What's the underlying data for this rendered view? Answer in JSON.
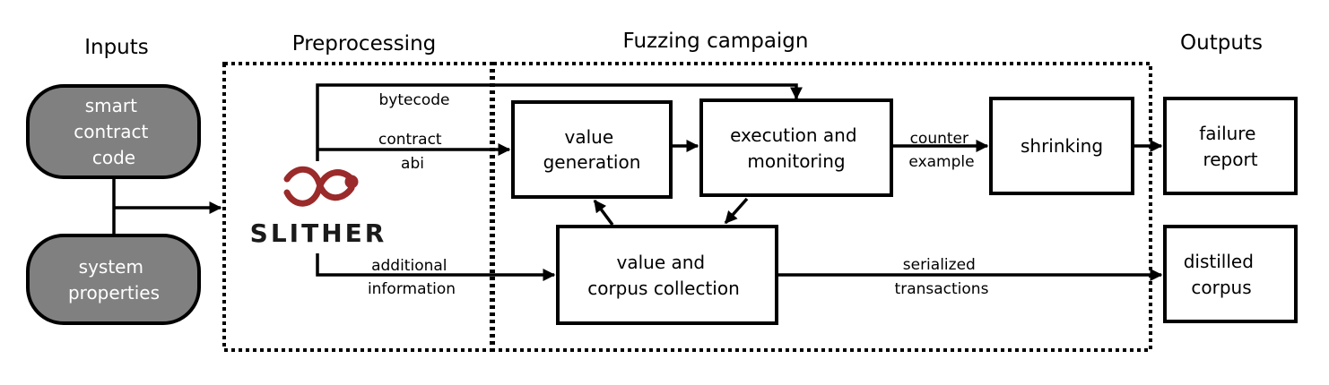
{
  "sections": {
    "inputs": "Inputs",
    "preprocessing": "Preprocessing",
    "fuzzing": "Fuzzing campaign",
    "outputs": "Outputs"
  },
  "inputs": {
    "smart_contract_code": [
      "smart",
      "contract",
      "code"
    ],
    "system_properties": [
      "system",
      "properties"
    ]
  },
  "logo": {
    "text": "SLITHER",
    "color": "#9b2a2a"
  },
  "nodes": {
    "value_generation": [
      "value",
      "generation"
    ],
    "execution_monitoring": [
      "execution and",
      "monitoring"
    ],
    "shrinking": [
      "shrinking"
    ],
    "value_corpus_collection": [
      "value and",
      "corpus collection"
    ],
    "failure_report": [
      "failure",
      "report"
    ],
    "distilled_corpus": [
      "distilled",
      "corpus"
    ]
  },
  "edges": {
    "bytecode": [
      "bytecode"
    ],
    "contract_abi": [
      "contract",
      "abi"
    ],
    "additional_information": [
      "additional",
      "information"
    ],
    "counter_example": [
      "counter",
      "example"
    ],
    "serialized_transactions": [
      "serialized",
      "transactions"
    ]
  },
  "colors": {
    "input_fill": "#808080",
    "stroke": "#000000"
  }
}
